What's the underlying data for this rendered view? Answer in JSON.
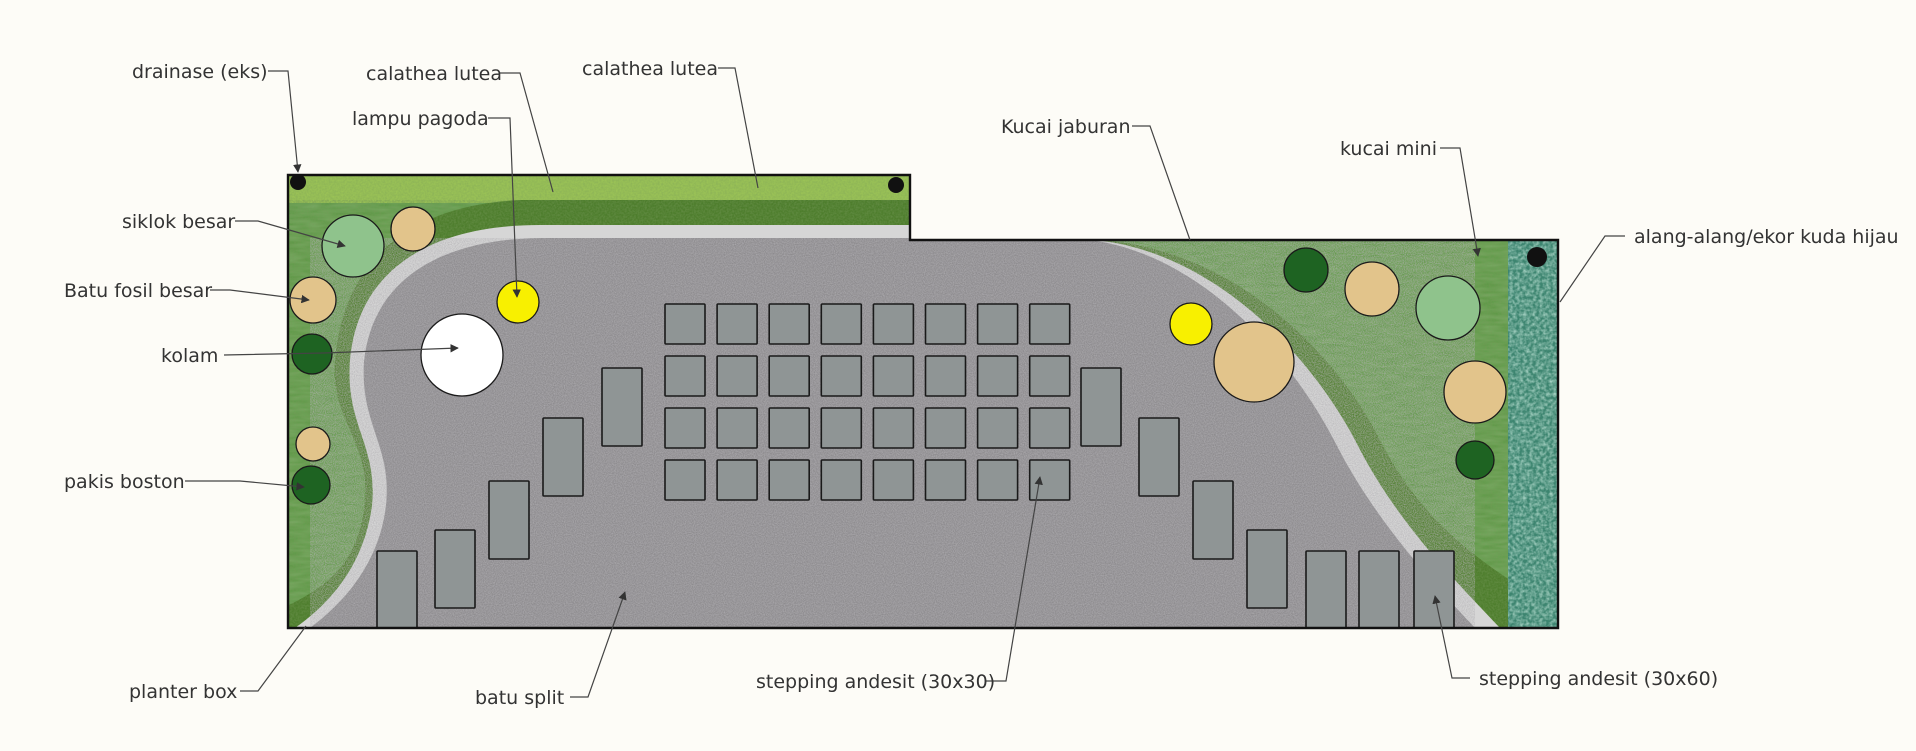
{
  "labels": {
    "drainase": "drainase (eks)",
    "calathea_1": "calathea lutea",
    "calathea_2": "calathea lutea",
    "lampu_pagoda": "lampu pagoda",
    "kucai_jaburan": "Kucai jaburan",
    "kucai_mini": "kucai mini",
    "alang_alang": "alang-alang/ekor kuda hijau",
    "siklok_besar": "siklok besar",
    "batu_fosil_besar": "Batu fosil besar",
    "kolam": "kolam",
    "pakis_boston": "pakis boston",
    "planter_box": "planter box",
    "batu_split": "batu split",
    "stepping_30x30": "stepping andesit (30x30)",
    "stepping_30x60": "stepping andesit (30x60)"
  },
  "colors": {
    "background": "#fdfcf7",
    "lawn": "#5f9a48",
    "hedge": "#4d7d2c",
    "calathea": "#9ac256",
    "gravel": "#8e8c8f",
    "path_edge": "#d6d6d6",
    "stepping_stone": "#8f9595",
    "alang_alang": "#3d8570",
    "siklok": "#8fc38c",
    "batu_fosil": "#e2c48b",
    "pakis_boston": "#1e6322",
    "lampu": "#f8f000",
    "kolam": "#ffffff",
    "drainase": "#111111"
  }
}
